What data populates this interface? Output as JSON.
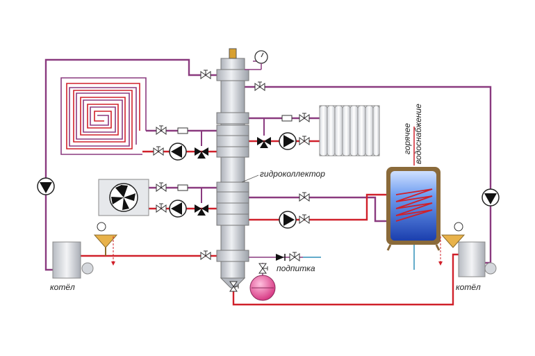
{
  "labels": {
    "collector": "гидроколлектор",
    "boiler_left": "котёл",
    "boiler_right": "котёл",
    "makeup": "подпитка",
    "dhw_line1": "горячее",
    "dhw_line2": "водоснабжение"
  },
  "colors": {
    "supply": "#d0202a",
    "return": "#8a3a7f",
    "cold_water": "#2f8fb8",
    "collector_body": "#c9ccd2",
    "tank_water": "#2b6fd6",
    "expansion_tank": "#e0509a"
  },
  "icons": [
    "thermometer-icon",
    "pump-icon",
    "valve-icon",
    "check-valve-icon",
    "three-way-valve-icon",
    "fan-icon",
    "air-vent-icon",
    "filter-icon"
  ]
}
